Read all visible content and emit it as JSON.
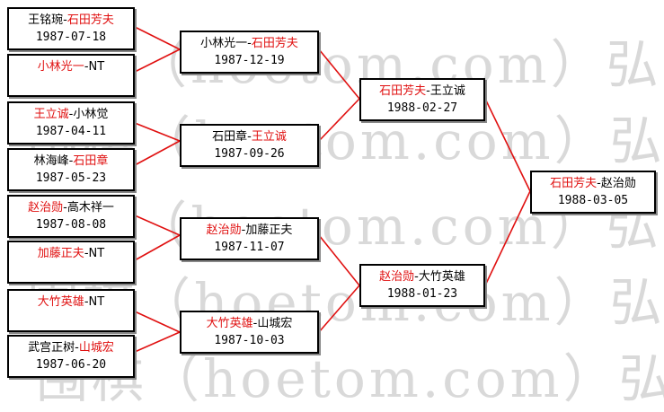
{
  "watermark": {
    "rows": [
      "（hoetom.com）弘",
      "围棋（hoetom.com）弘",
      "（hoetom.com）弘",
      "围棋（hoetom.com）弘",
      "围棋（hoetom.com）弘"
    ]
  },
  "colors": {
    "line": "#e01010",
    "red_text": "#e01010",
    "border": "#000000"
  },
  "matches": [
    {
      "id": "r1-1",
      "a": "王铭琬",
      "b": "石田芳夫",
      "winner": "b",
      "date": "1987-07-18"
    },
    {
      "id": "r1-2",
      "a": "小林光一",
      "b": "NT",
      "winner": "a",
      "date": ""
    },
    {
      "id": "r1-3",
      "a": "王立诚",
      "b": "小林觉",
      "winner": "a",
      "date": "1987-04-11"
    },
    {
      "id": "r1-4",
      "a": "林海峰",
      "b": "石田章",
      "winner": "b",
      "date": "1987-05-23"
    },
    {
      "id": "r1-5",
      "a": "赵治勋",
      "b": "高木祥一",
      "winner": "a",
      "date": "1987-08-08"
    },
    {
      "id": "r1-6",
      "a": "加藤正夫",
      "b": "NT",
      "winner": "a",
      "date": ""
    },
    {
      "id": "r1-7",
      "a": "大竹英雄",
      "b": "NT",
      "winner": "a",
      "date": ""
    },
    {
      "id": "r1-8",
      "a": "武宫正树",
      "b": "山城宏",
      "winner": "b",
      "date": "1987-06-20"
    },
    {
      "id": "r2-1",
      "a": "小林光一",
      "b": "石田芳夫",
      "winner": "b",
      "date": "1987-12-19"
    },
    {
      "id": "r2-2",
      "a": "石田章",
      "b": "王立诚",
      "winner": "b",
      "date": "1987-09-26"
    },
    {
      "id": "r2-3",
      "a": "赵治勋",
      "b": "加藤正夫",
      "winner": "a",
      "date": "1987-11-07"
    },
    {
      "id": "r2-4",
      "a": "大竹英雄",
      "b": "山城宏",
      "winner": "a",
      "date": "1987-10-03"
    },
    {
      "id": "r3-1",
      "a": "石田芳夫",
      "b": "王立诚",
      "winner": "a",
      "date": "1988-02-27"
    },
    {
      "id": "r3-2",
      "a": "赵治勋",
      "b": "大竹英雄",
      "winner": "a",
      "date": "1988-01-23"
    },
    {
      "id": "final",
      "a": "石田芳夫",
      "b": "赵治勋",
      "winner": "a",
      "date": "1988-03-05"
    }
  ]
}
